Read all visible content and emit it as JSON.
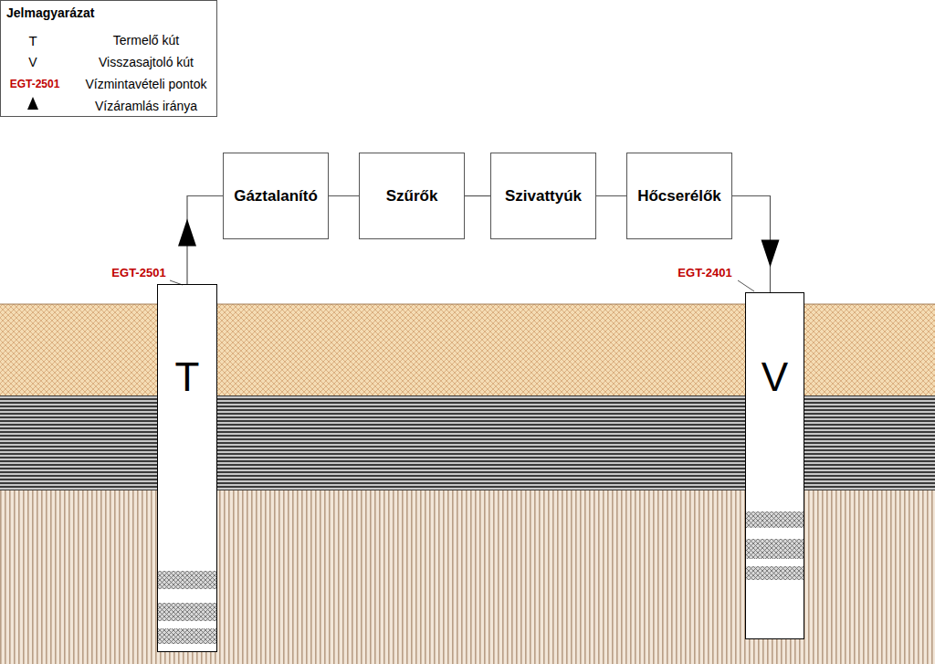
{
  "diagram": {
    "nodes": [
      {
        "text": [
          "Gáztalanító"
        ]
      },
      {
        "text": [
          "Szűrők"
        ]
      },
      {
        "text": [
          "Szivattyúk"
        ]
      },
      {
        "text": [
          "Hőcserélők"
        ]
      },
      {
        "text": [
          "T"
        ]
      },
      {
        "text": [
          "V"
        ]
      }
    ],
    "edges": [
      {
        "from": 4,
        "to": 0,
        "arrow": "to"
      },
      {
        "from": 0,
        "to": 1,
        "arrow": "none"
      },
      {
        "from": 1,
        "to": 2,
        "arrow": "none"
      },
      {
        "from": 2,
        "to": 3,
        "arrow": "none"
      },
      {
        "from": 3,
        "to": 5,
        "arrow": "to"
      }
    ],
    "labels": [
      "Jelmagyarázat",
      "T",
      "V",
      "EGT-2501",
      "EGT-2501",
      "EGT-2401"
    ],
    "legend": [
      {
        "text": "Termelő kút"
      },
      {
        "text": "Visszasajtoló kút"
      },
      {
        "text": "Vízmintavételi pontok"
      },
      {
        "text": "Vízáramlás iránya"
      }
    ]
  }
}
